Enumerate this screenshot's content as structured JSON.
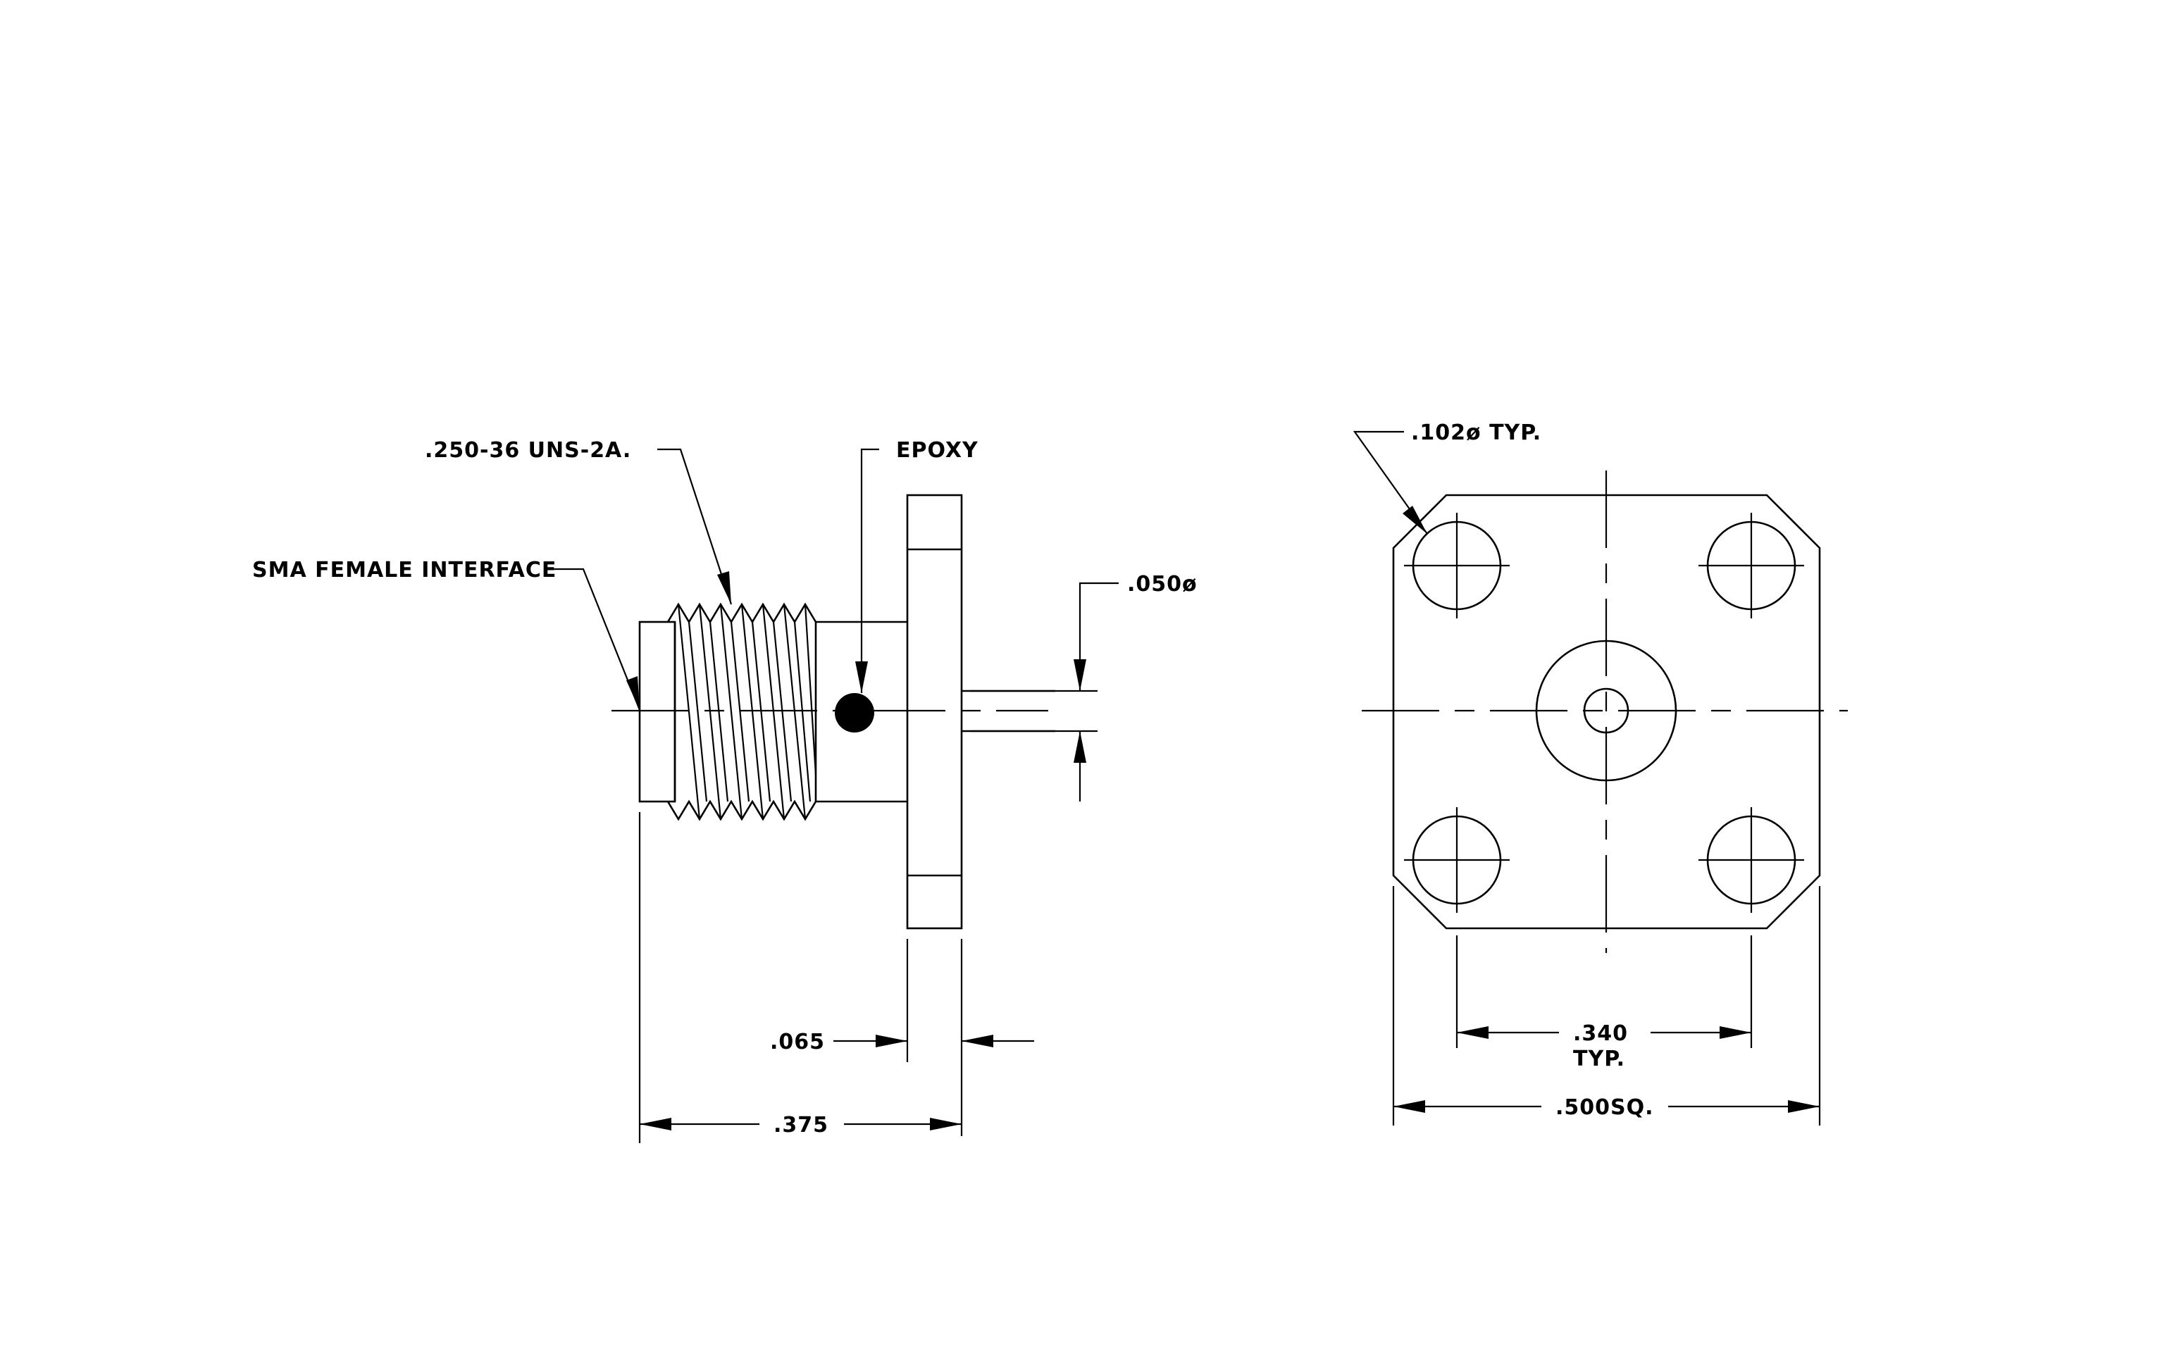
{
  "drawing": {
    "side_view": {
      "interface_label": "SMA FEMALE INTERFACE",
      "thread_label": ".250-36 UNS-2A.",
      "epoxy_label": "EPOXY",
      "pin_diameter_label": ".050ø",
      "flange_thickness_label": ".065",
      "overall_length_label": ".375"
    },
    "front_view": {
      "hole_label": ".102ø TYP.",
      "hole_spacing_label": ".340",
      "hole_spacing_note": "TYP.",
      "flange_size_label": ".500SQ."
    }
  }
}
